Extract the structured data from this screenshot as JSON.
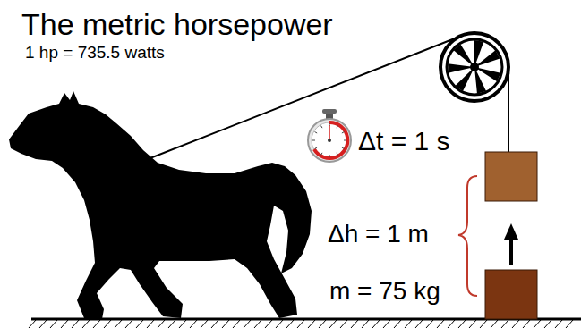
{
  "diagram": {
    "title": "The metric horsepower",
    "labels": [
      "1 hp = 735.5 watts",
      "Δt = 1 s",
      "Δh = 1 m",
      "m = 75 kg"
    ]
  }
}
